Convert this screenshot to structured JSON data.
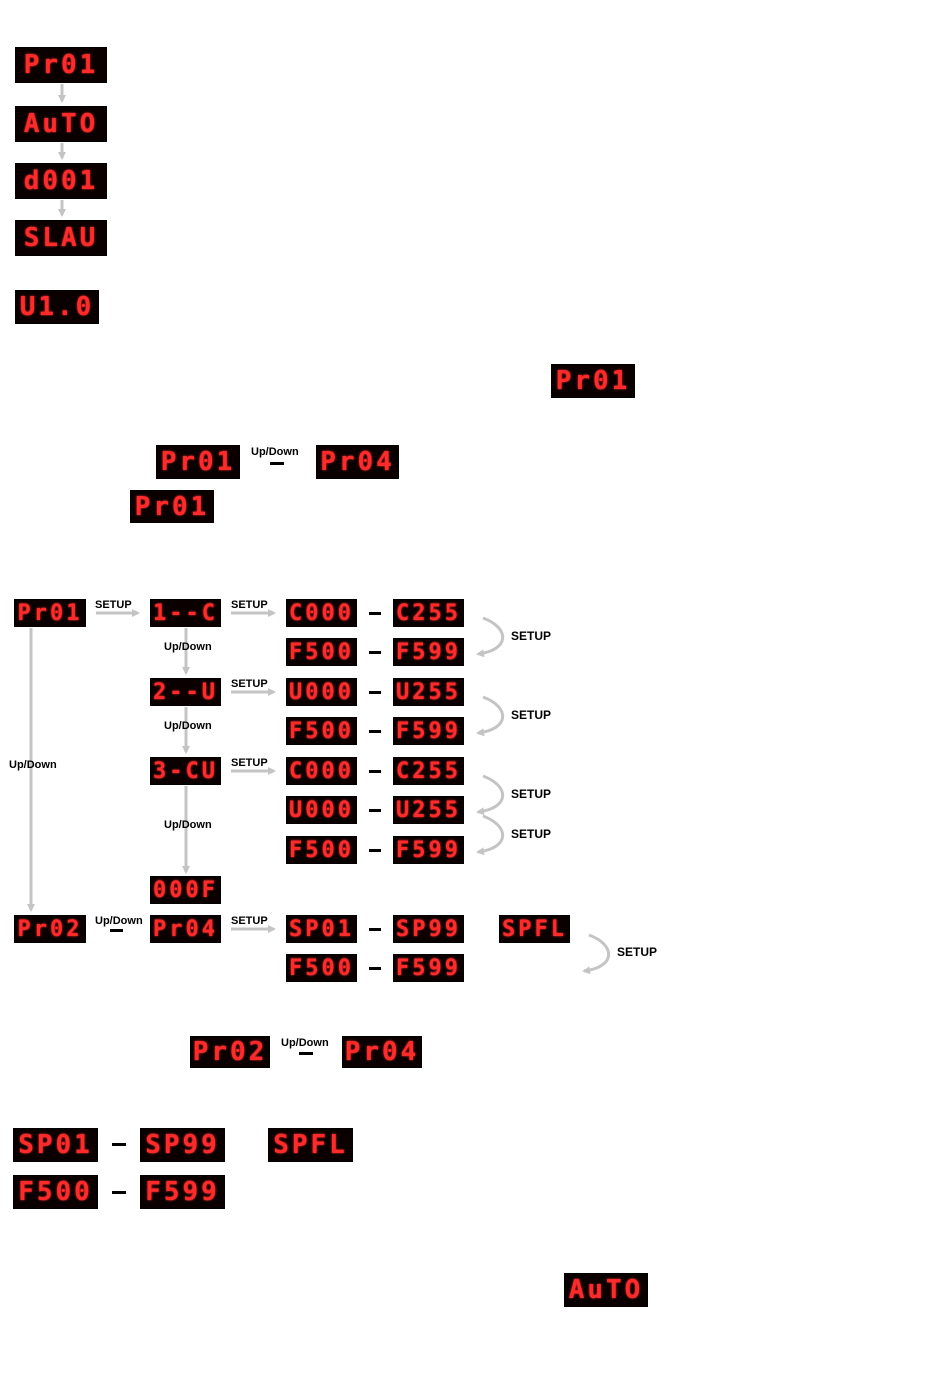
{
  "top_sequence": {
    "d1": "Pr01",
    "d2": "AuTO",
    "d3": "d001",
    "d4": "SLAU",
    "version": "U1.0"
  },
  "section1": {
    "display_right": "Pr01",
    "range_start": "Pr01",
    "range_sep": "Up/Down",
    "range_end": "Pr04",
    "display_below": "Pr01"
  },
  "flow": {
    "pr01": "Pr01",
    "setup": "SETUP",
    "updown": "Up/Down",
    "mode1": "1--C",
    "mode2": "2--U",
    "mode3": "3-CU",
    "mode_off": "000F",
    "c_start": "C000",
    "c_end": "C255",
    "f_start": "F500",
    "f_end": "F599",
    "u_start": "U000",
    "u_end": "U255",
    "pr02": "Pr02",
    "pr04": "Pr04",
    "sp_start": "SP01",
    "sp_end": "SP99",
    "spfl": "SPFL"
  },
  "section2": {
    "range_start": "Pr02",
    "range_sep": "Up/Down",
    "range_end": "Pr04"
  },
  "section3": {
    "sp_start": "SP01",
    "sp_end": "SP99",
    "spfl": "SPFL",
    "f_start": "F500",
    "f_end": "F599"
  },
  "section4": {
    "display": "AuTO"
  }
}
